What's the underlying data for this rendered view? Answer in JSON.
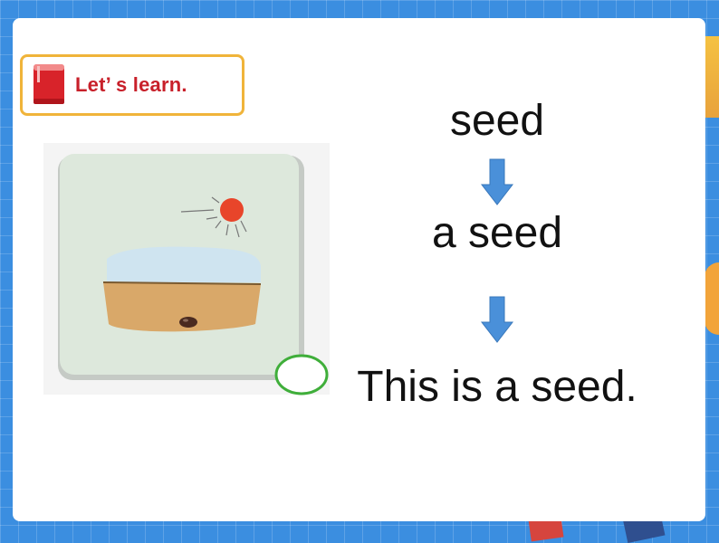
{
  "header": {
    "label": "Let’ s learn.",
    "icon": "book-icon",
    "border_color": "#f0b43a",
    "text_color": "#c8202a"
  },
  "illustration": {
    "icons": [
      "sun-icon",
      "seed-icon",
      "circle-badge-icon"
    ]
  },
  "words": {
    "step1": "seed",
    "step2": "a seed",
    "step3": "This is a seed."
  },
  "arrows": {
    "icon": "arrow-down-icon",
    "color": "#4a90d9"
  },
  "colors": {
    "background": "#3b8ee0",
    "slide": "#ffffff",
    "soil": "#d9a869",
    "sun": "#e8452a",
    "badge": "#3fae3a"
  }
}
